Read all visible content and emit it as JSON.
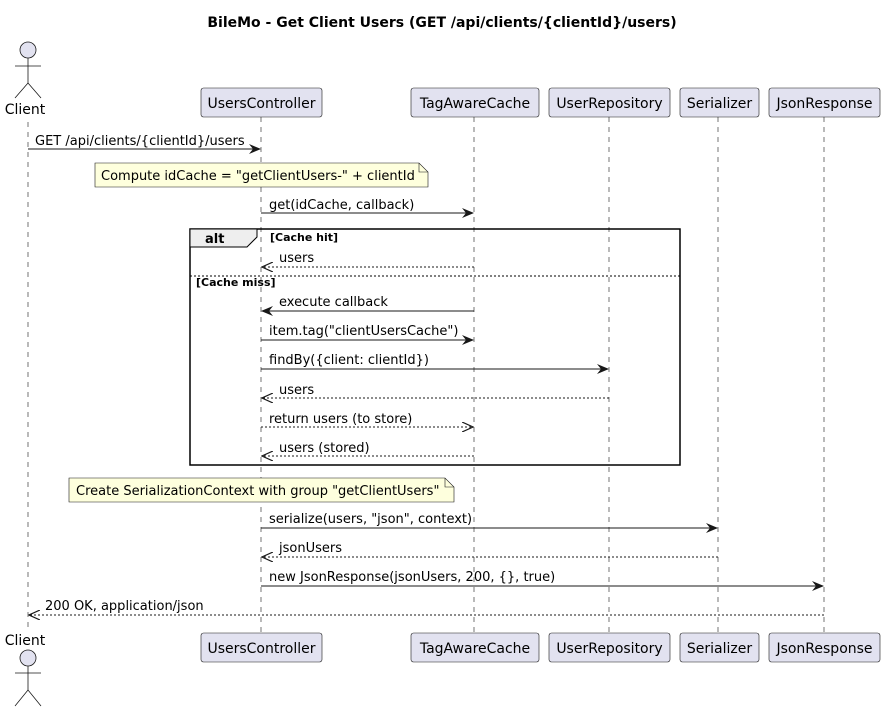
{
  "title": "BileMo - Get Client Users (GET /api/clients/{clientId}/users)",
  "participants": {
    "client": "Client",
    "users_controller": "UsersController",
    "cache": "TagAwareCache",
    "repository": "UserRepository",
    "serializer": "Serializer",
    "json_response": "JsonResponse"
  },
  "notes": {
    "compute_cache_id": "Compute idCache = \"getClientUsers-\" + clientId",
    "serialization_context": "Create SerializationContext with group \"getClientUsers\""
  },
  "fragment": {
    "keyword": "alt",
    "cache_hit_guard": "[Cache hit]",
    "cache_miss_guard": "[Cache miss]"
  },
  "messages": {
    "request": "GET /api/clients/{clientId}/users",
    "cache_get": "get(idCache, callback)",
    "hit_users": "users",
    "execute_callback": "execute callback",
    "item_tag": "item.tag(\"clientUsersCache\")",
    "find_by": "findBy({client: clientId})",
    "repo_users": "users",
    "return_to_store": "return users (to store)",
    "stored_users": "users (stored)",
    "serialize": "serialize(users, \"json\", context)",
    "json_users": "jsonUsers",
    "new_response": "new JsonResponse(jsonUsers, 200, {}, true)",
    "response": "200 OK, application/json"
  },
  "colors": {
    "participant_fill": "#E2E2F0",
    "note_fill": "#FEFFDD",
    "line": "#181818"
  }
}
